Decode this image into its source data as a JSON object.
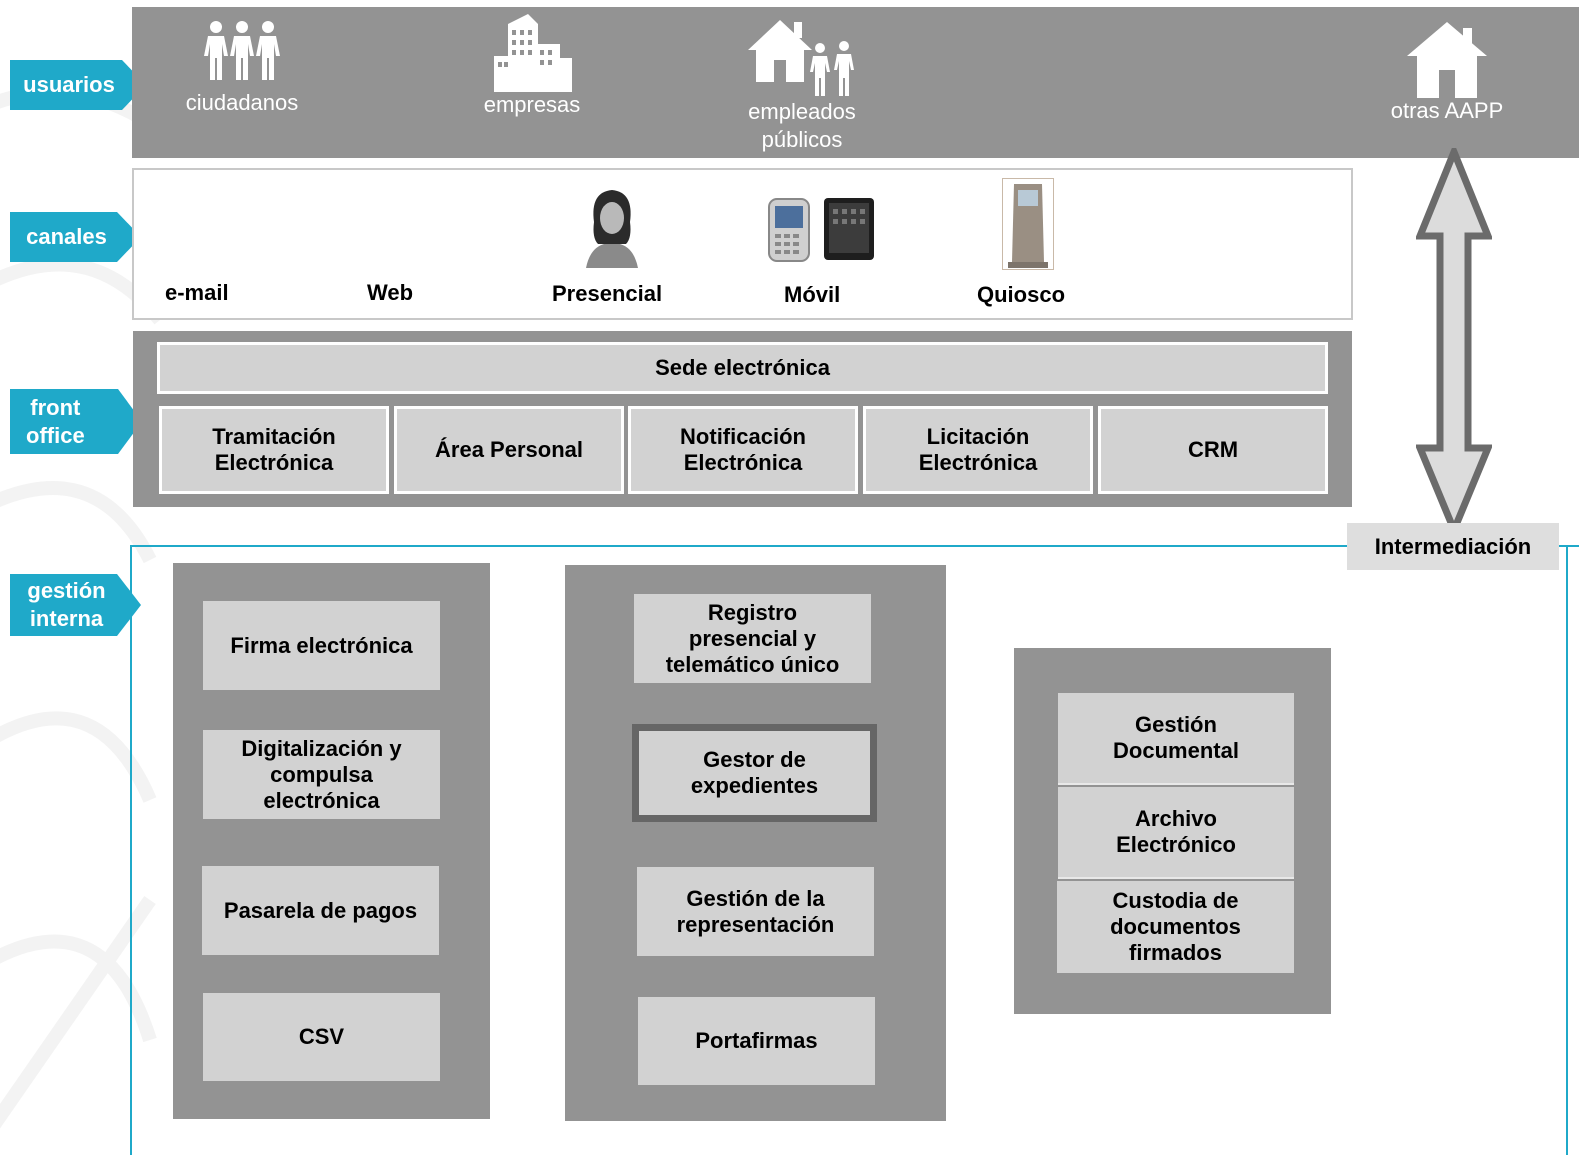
{
  "layers": {
    "usuarios": "usuarios",
    "canales": "canales",
    "front_office": [
      "front",
      "office"
    ],
    "gestion_interna": [
      "gestión",
      "interna"
    ]
  },
  "usuarios": {
    "ciudadanos": "ciudadanos",
    "empresas": "empresas",
    "empleados": [
      "empleados",
      "públicos"
    ],
    "otras": "otras AAPP"
  },
  "canales": {
    "email": "e-mail",
    "web": "Web",
    "presencial": "Presencial",
    "movil": "Móvil",
    "quiosco": "Quiosco"
  },
  "front_office": {
    "sede": "Sede electrónica",
    "boxes": [
      [
        "Tramitación",
        "Electrónica"
      ],
      [
        "Área Personal"
      ],
      [
        "Notificación",
        "Electrónica"
      ],
      [
        "Licitación",
        "Electrónica"
      ],
      [
        "CRM"
      ]
    ]
  },
  "gestion_interna": {
    "col1": [
      [
        "Firma electrónica"
      ],
      [
        "Digitalización y",
        "compulsa",
        "electrónica"
      ],
      [
        "Pasarela de pagos"
      ],
      [
        "CSV"
      ]
    ],
    "col2": [
      [
        "Registro",
        "presencial y",
        "telemático único"
      ],
      [
        "Gestor de",
        "expedientes"
      ],
      [
        "Gestión de la",
        "representación"
      ],
      [
        "Portafirmas"
      ]
    ],
    "col3": [
      [
        "Gestión",
        "Documental"
      ],
      [
        "Archivo",
        "Electrónico"
      ],
      [
        "Custodia de",
        "documentos",
        "firmados"
      ]
    ]
  },
  "intermediacion": "Intermediación",
  "colors": {
    "accent": "#1fa9c9",
    "band_gray": "#939393",
    "box_gray": "#d2d2d2",
    "highlight_border": "#666666"
  }
}
